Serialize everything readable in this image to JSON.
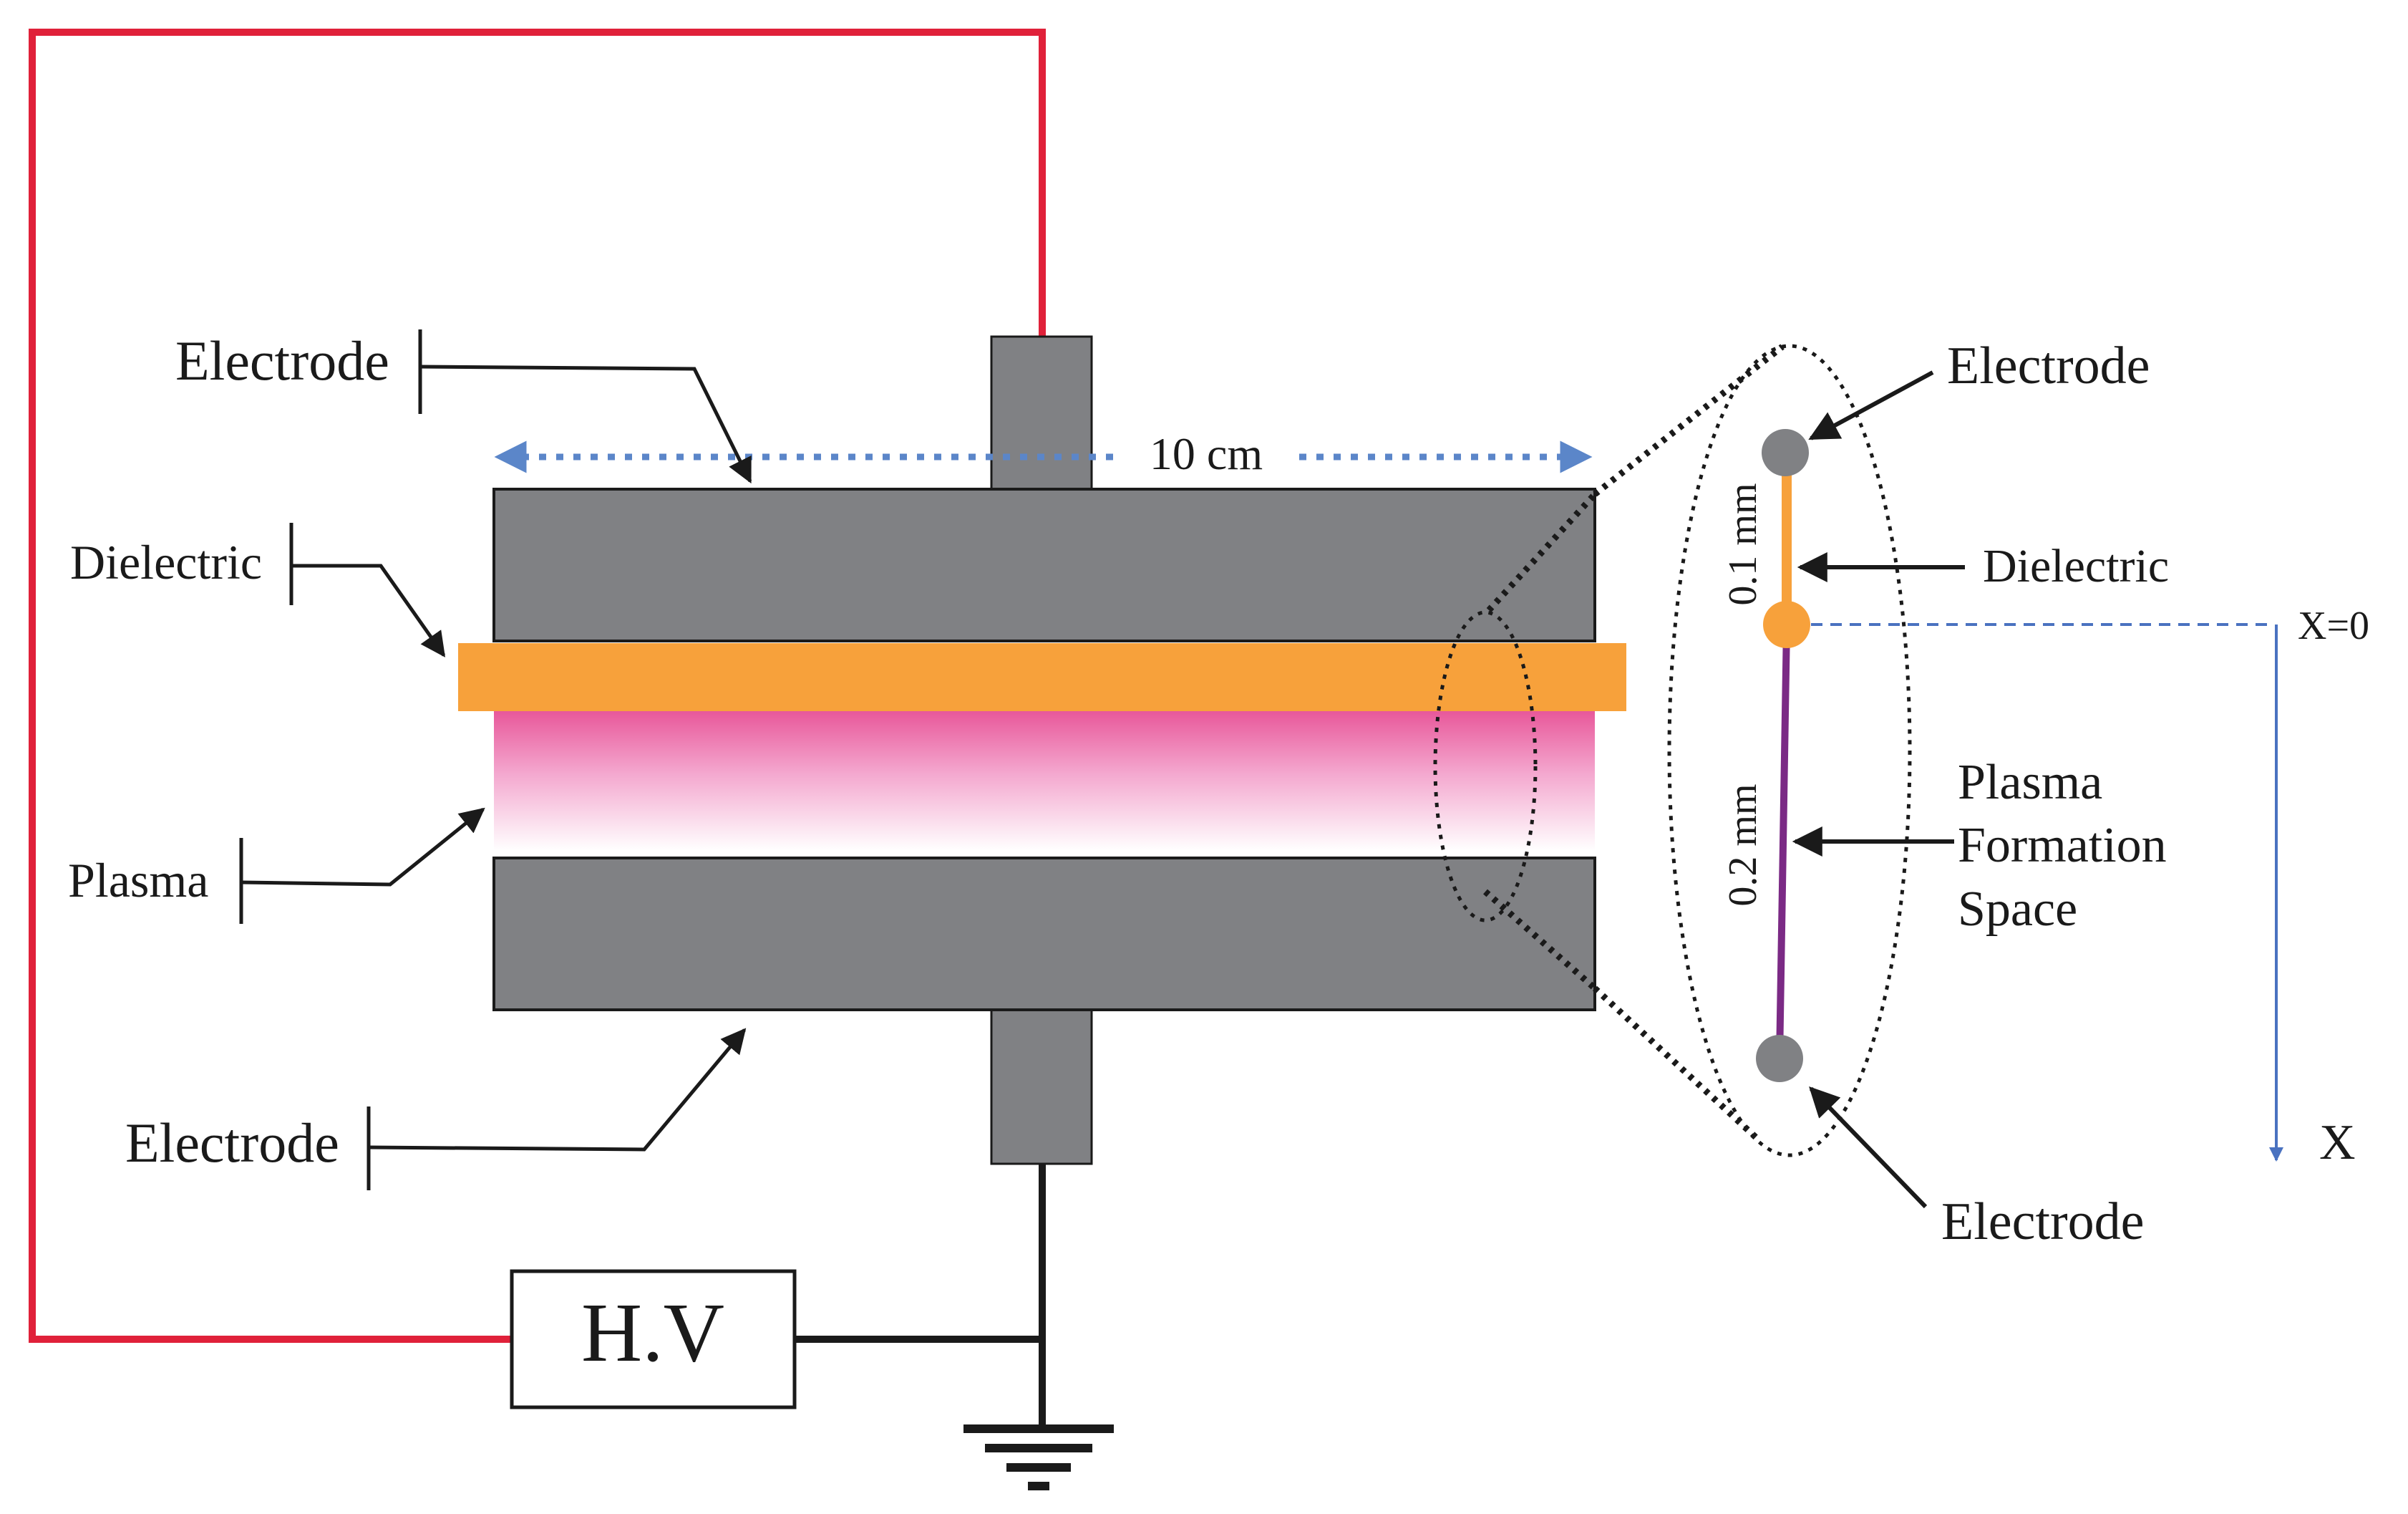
{
  "labels": {
    "electrode_top": "Electrode",
    "dielectric": "Dielectric",
    "plasma": "Plasma",
    "electrode_bottom": "Electrode",
    "width": "10 cm",
    "hv": "H.V",
    "zoom_electrode_top": "Electrode",
    "zoom_dielectric": "Dielectric",
    "zoom_plasma_line1": "Plasma",
    "zoom_plasma_line2": "Formation",
    "zoom_plasma_line3": "Space",
    "zoom_electrode_bottom": "Electrode",
    "gap_dielectric": "0.1 mm",
    "gap_plasma": "0.2 mm",
    "axis_origin": "X=0",
    "axis_label": "X"
  },
  "colors": {
    "electrode": "#808184",
    "dielectric": "#f7a13b",
    "plasma": "#e8589a",
    "wire_hv": "#e0213a",
    "wire_ground": "#1a1a1a",
    "dimension": "#5b86c9",
    "plasma_line": "#7b2a85",
    "axis": "#4a72c0"
  }
}
